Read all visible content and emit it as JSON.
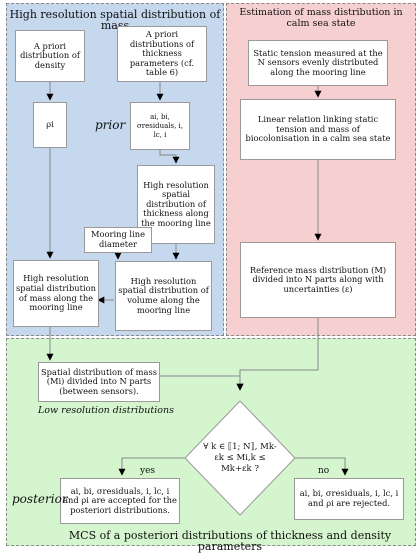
{
  "panels": {
    "left_title": "High resolution spatial distribution of mass",
    "right_title": "Estimation of mass distribution in calm sea state",
    "bottom_title": "MCS of a posteriori distributions of thickness and density parameters"
  },
  "nodes": {
    "a_priori_density": "A priori distribution of density",
    "a_priori_thickness": "A priori distributions of thickness parameters (cf. table 6)",
    "rho": "ρi",
    "params": "ai, bi, σresiduals, i, lc, i",
    "thickness_dist": "High resolution spatial distribution of thickness along the mooring line",
    "line_diameter": "Mooring line diameter",
    "mass_dist": "High resolution spatial distribution of mass along the mooring line",
    "volume_dist": "High resolution spatial distribution of volume along the mooring line",
    "static_tension": "Static tension measured at the N sensors evenly distributed along the mooring line",
    "linear_relation": "Linear relation linking static tension and mass of biocolonisation in a calm sea state",
    "reference_mass": "Reference mass distribution (M) divided into N parts along with uncertainties (ε)",
    "spatial_mass_n": "Spatial distribution of mass (Mi) divided into N parts (between sensors).",
    "condition": "∀ k ∈ ⟦1; N⟧, Mk-εk ≤ Mi,k ≤ Mk+εk ?",
    "accepted": "ai, bi, σresiduals, i, lc, i and ρi are accepted for the posteriori distributions.",
    "rejected": "ai, bi, σresiduals, i, lc, i and ρi are rejected."
  },
  "labels": {
    "prior": "prior",
    "posterior": "posterior",
    "low_res": "Low resolution distributions",
    "yes": "yes",
    "no": "no"
  },
  "colors": {
    "panel_blue": "#c5d8ee",
    "panel_pink": "#f6cfd0",
    "panel_green": "#d5f5cf",
    "box_fill": "#ffffff",
    "edge": "#777777"
  }
}
